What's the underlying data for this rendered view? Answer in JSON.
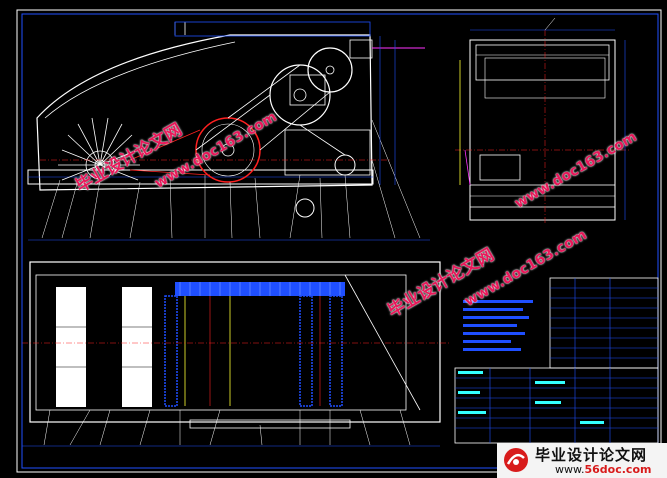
{
  "watermarks": {
    "cn_text": "毕业设计论文网",
    "site_top": "www.doc163.com",
    "site_mid": "www.doc163.com",
    "site_right": "www.doc163.com"
  },
  "footer": {
    "title": "毕业设计论文网",
    "url_label": "www.",
    "url_value": "56doc.com"
  },
  "colors": {
    "background": "#000000",
    "outline": "#ffffff",
    "frame": "#1f4fff",
    "accent_red": "#ff2020",
    "accent_yellow": "#ffff33",
    "accent_cyan": "#33ffff",
    "accent_magenta": "#ff33ff",
    "watermark": "#e8185a"
  }
}
